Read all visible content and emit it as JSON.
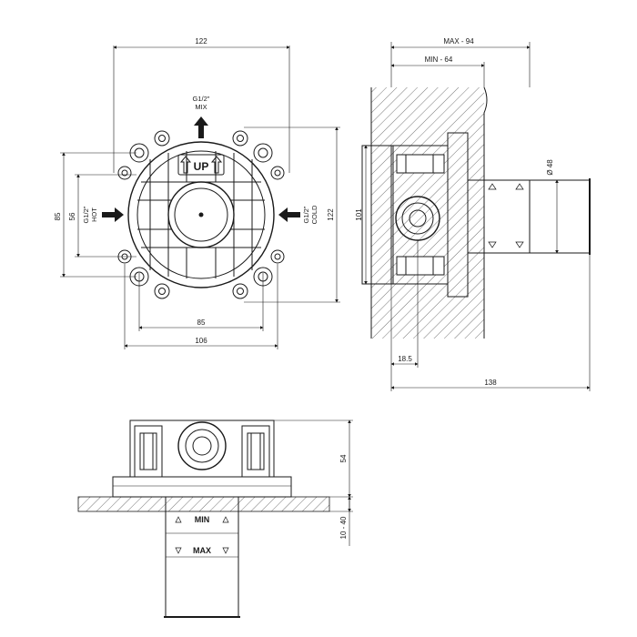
{
  "front_view": {
    "dim_top": "122",
    "dim_left_outer": "85",
    "dim_left_inner": "56",
    "dim_right": "122",
    "dim_bottom_inner": "85",
    "dim_bottom_outer": "106",
    "mix_thread": "G1/2\"",
    "mix_label": "MIX",
    "hot_thread": "G1/2\"",
    "hot_label": "HOT",
    "cold_thread": "G1/2\"",
    "cold_label": "COLD",
    "up_label": "UP"
  },
  "side_view": {
    "dim_max": "MAX - 94",
    "dim_min": "MIN - 64",
    "dim_height": "101",
    "dim_diameter": "Ø 48",
    "dim_offset": "18.5",
    "dim_total": "138"
  },
  "bottom_view": {
    "dim_height": "54",
    "dim_range": "10 - 40",
    "min_label": "MIN",
    "max_label": "MAX"
  }
}
